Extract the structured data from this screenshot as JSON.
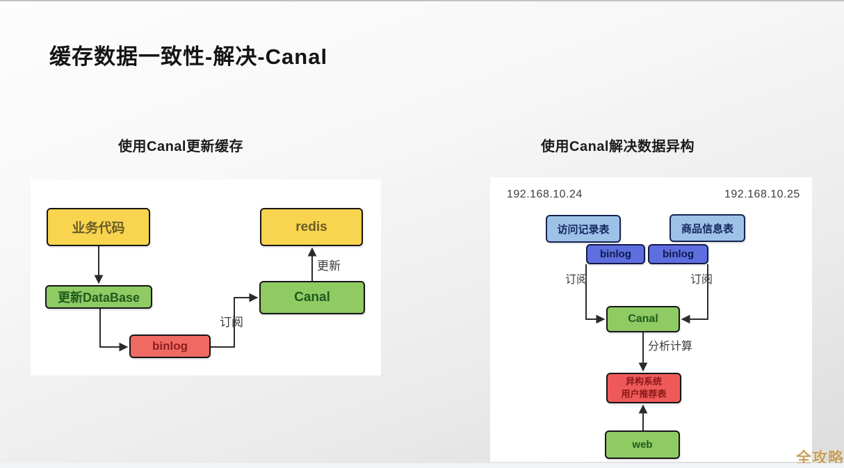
{
  "title": "缓存数据一致性-解决-Canal",
  "watermark": "全攻略",
  "colors": {
    "yellow_node": "#f9d44f",
    "green_node": "#8fca63",
    "red_node": "#ef6a62",
    "lightblue_node": "#9ec1e8",
    "royalblue_node": "#5f6edf",
    "panel_background": "#ffffff",
    "edge_line": "#2b2b2b",
    "watermark_gold": "#c8a15d"
  },
  "left_diagram": {
    "subtitle": "使用Canal更新缓存",
    "nodes": {
      "business_code": "业务代码",
      "redis": "redis",
      "update_database": "更新DataBase",
      "canal": "Canal",
      "binlog": "binlog"
    },
    "edge_labels": {
      "subscribe": "订阅",
      "update": "更新"
    }
  },
  "right_diagram": {
    "subtitle": "使用Canal解决数据异构",
    "ip_left": "192.168.10.24",
    "ip_right": "192.168.10.25",
    "nodes": {
      "access_log_table": "访问记录表",
      "product_info_table": "商品信息表",
      "binlog_left": "binlog",
      "binlog_right": "binlog",
      "canal": "Canal",
      "hetero_line1": "异构系统",
      "hetero_line2": "用户推荐表",
      "web": "web"
    },
    "edge_labels": {
      "subscribe_left": "订阅",
      "subscribe_right": "订阅",
      "analyze": "分析计算"
    }
  }
}
